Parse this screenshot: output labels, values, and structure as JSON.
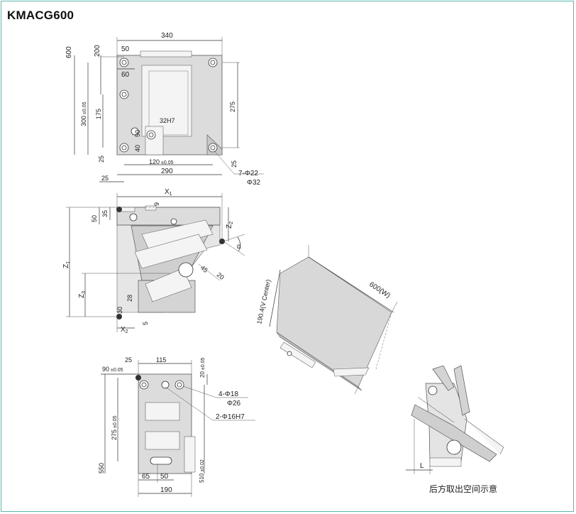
{
  "title": "KMACG600",
  "caption": "后方取出空间示意",
  "top_view": {
    "dim_340": "340",
    "dim_600": "600",
    "dim_200": "200",
    "dim_50": "50",
    "dim_60": "60",
    "dim_300": "300",
    "dim_300_tol": "±0.05",
    "dim_175": "175",
    "dim_32h7": "32H7",
    "dim_50b": "50",
    "dim_40": "40",
    "dim_275": "275",
    "dim_25a": "25",
    "dim_120": "120",
    "dim_120_tol": "±0.05",
    "dim_290": "290",
    "dim_25b": "25",
    "dim_25c": "25",
    "holes_a": "7-Φ22",
    "holes_b": "Φ32"
  },
  "side_view": {
    "x1": "X",
    "x1_sub": "1",
    "x2": "X",
    "x2_sub": "2",
    "z1": "Z",
    "z1_sub": "1",
    "z2": "Z",
    "z2_sub": "2",
    "z3": "Z",
    "z3_sub": "3",
    "dim_9": "9",
    "dim_50": "50",
    "dim_35": "35",
    "dim_45": "45",
    "dim_20": "20",
    "dim_28": "28",
    "dim_30": "30",
    "dim_5": "5",
    "alpha": "α"
  },
  "iso_view": {
    "width": "600(W)",
    "vcenter": "190.4(V Center)"
  },
  "bottom_view": {
    "dim_25": "25",
    "dim_115": "115",
    "dim_90": "90",
    "dim_90_tol": "±0.05",
    "dim_20": "20",
    "dim_20_tol": "±0.05",
    "dim_275": "275",
    "dim_275_tol": "±0.05",
    "dim_550": "550",
    "dim_510": "510",
    "dim_510_tol": "±0.02",
    "dim_65": "65",
    "dim_50": "50",
    "dim_190": "190",
    "holes_a": "4-Φ18",
    "holes_b": "Φ26",
    "holes_c": "2-Φ16H7"
  },
  "extraction_view": {
    "dim_l": "L"
  }
}
